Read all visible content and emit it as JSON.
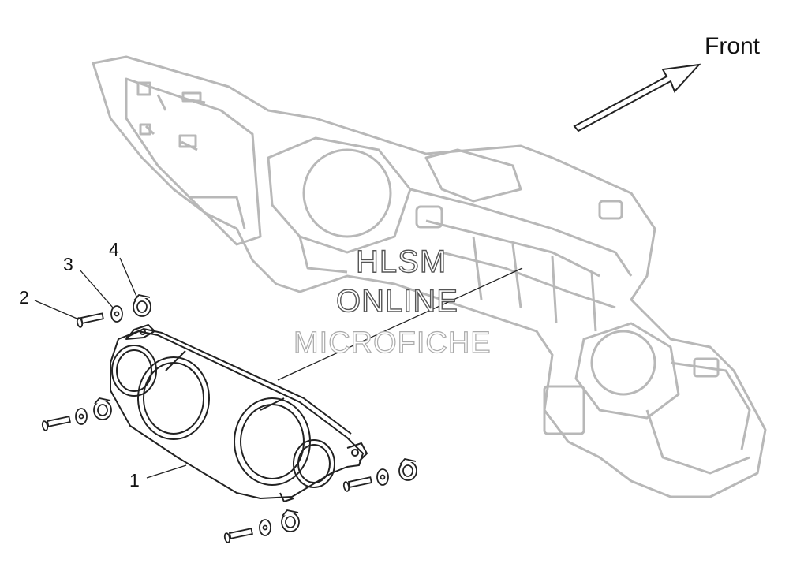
{
  "diagram": {
    "direction_label": "Front",
    "callouts": [
      {
        "id": "1",
        "label": "1"
      },
      {
        "id": "2",
        "label": "2"
      },
      {
        "id": "3",
        "label": "3"
      },
      {
        "id": "4",
        "label": "4"
      }
    ],
    "watermark": {
      "line1": "HLSM",
      "line2": "ONLINE",
      "line3": "MICROFICHE"
    },
    "colors": {
      "frame": "#b8b8b8",
      "line": "#222222"
    }
  }
}
